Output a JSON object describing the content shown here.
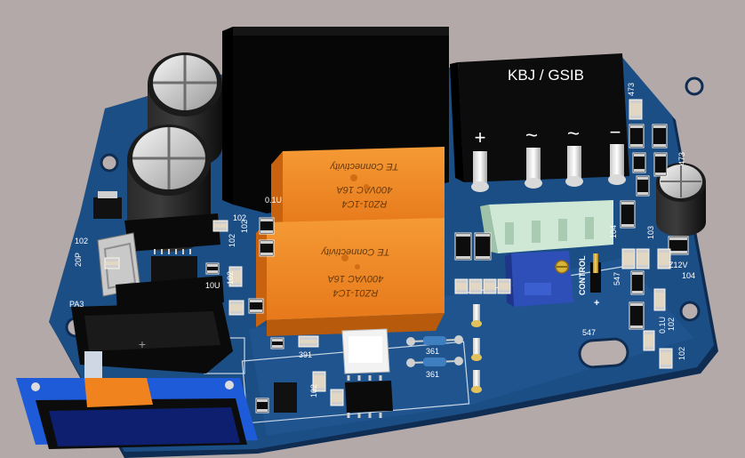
{
  "background_color": "#b4a9a9",
  "board_color": "#1c4e86",
  "relay_color": "#f0831e",
  "bridge": {
    "label": "KBJ / GSIB",
    "pins": [
      "+",
      "~",
      "~",
      "−"
    ]
  },
  "relays": [
    {
      "brand": "TE Connectivity",
      "rating": "400VAC 16A",
      "part": "RZ01-1C4"
    },
    {
      "brand": "TE Connectivity",
      "rating": "400VAC 16A",
      "part": "RZ01-1C4"
    }
  ],
  "silkscreen": {
    "control": "CONTROL",
    "plus": "+",
    "z12v": "Z12V",
    "pa3": "PA3",
    "labels": [
      {
        "text": "473",
        "kind": "resistor"
      },
      {
        "text": "473",
        "kind": "resistor"
      },
      {
        "text": "102",
        "kind": "resistor"
      },
      {
        "text": "102",
        "kind": "resistor"
      },
      {
        "text": "102",
        "kind": "resistor"
      },
      {
        "text": "102",
        "kind": "resistor"
      },
      {
        "text": "102",
        "kind": "resistor"
      },
      {
        "text": "102",
        "kind": "resistor"
      },
      {
        "text": "102",
        "kind": "resistor"
      },
      {
        "text": "102",
        "kind": "resistor"
      },
      {
        "text": "0.1U",
        "kind": "capacitor"
      },
      {
        "text": "0.1U",
        "kind": "capacitor"
      },
      {
        "text": "10U",
        "kind": "capacitor"
      },
      {
        "text": "20P",
        "kind": "capacitor"
      },
      {
        "text": "104",
        "kind": "capacitor"
      },
      {
        "text": "104",
        "kind": "capacitor"
      },
      {
        "text": "103",
        "kind": "capacitor"
      },
      {
        "text": "547",
        "kind": "transistor"
      },
      {
        "text": "547",
        "kind": "transistor"
      },
      {
        "text": "361",
        "kind": "resistor"
      },
      {
        "text": "361",
        "kind": "resistor"
      },
      {
        "text": "391",
        "kind": "resistor"
      }
    ]
  }
}
